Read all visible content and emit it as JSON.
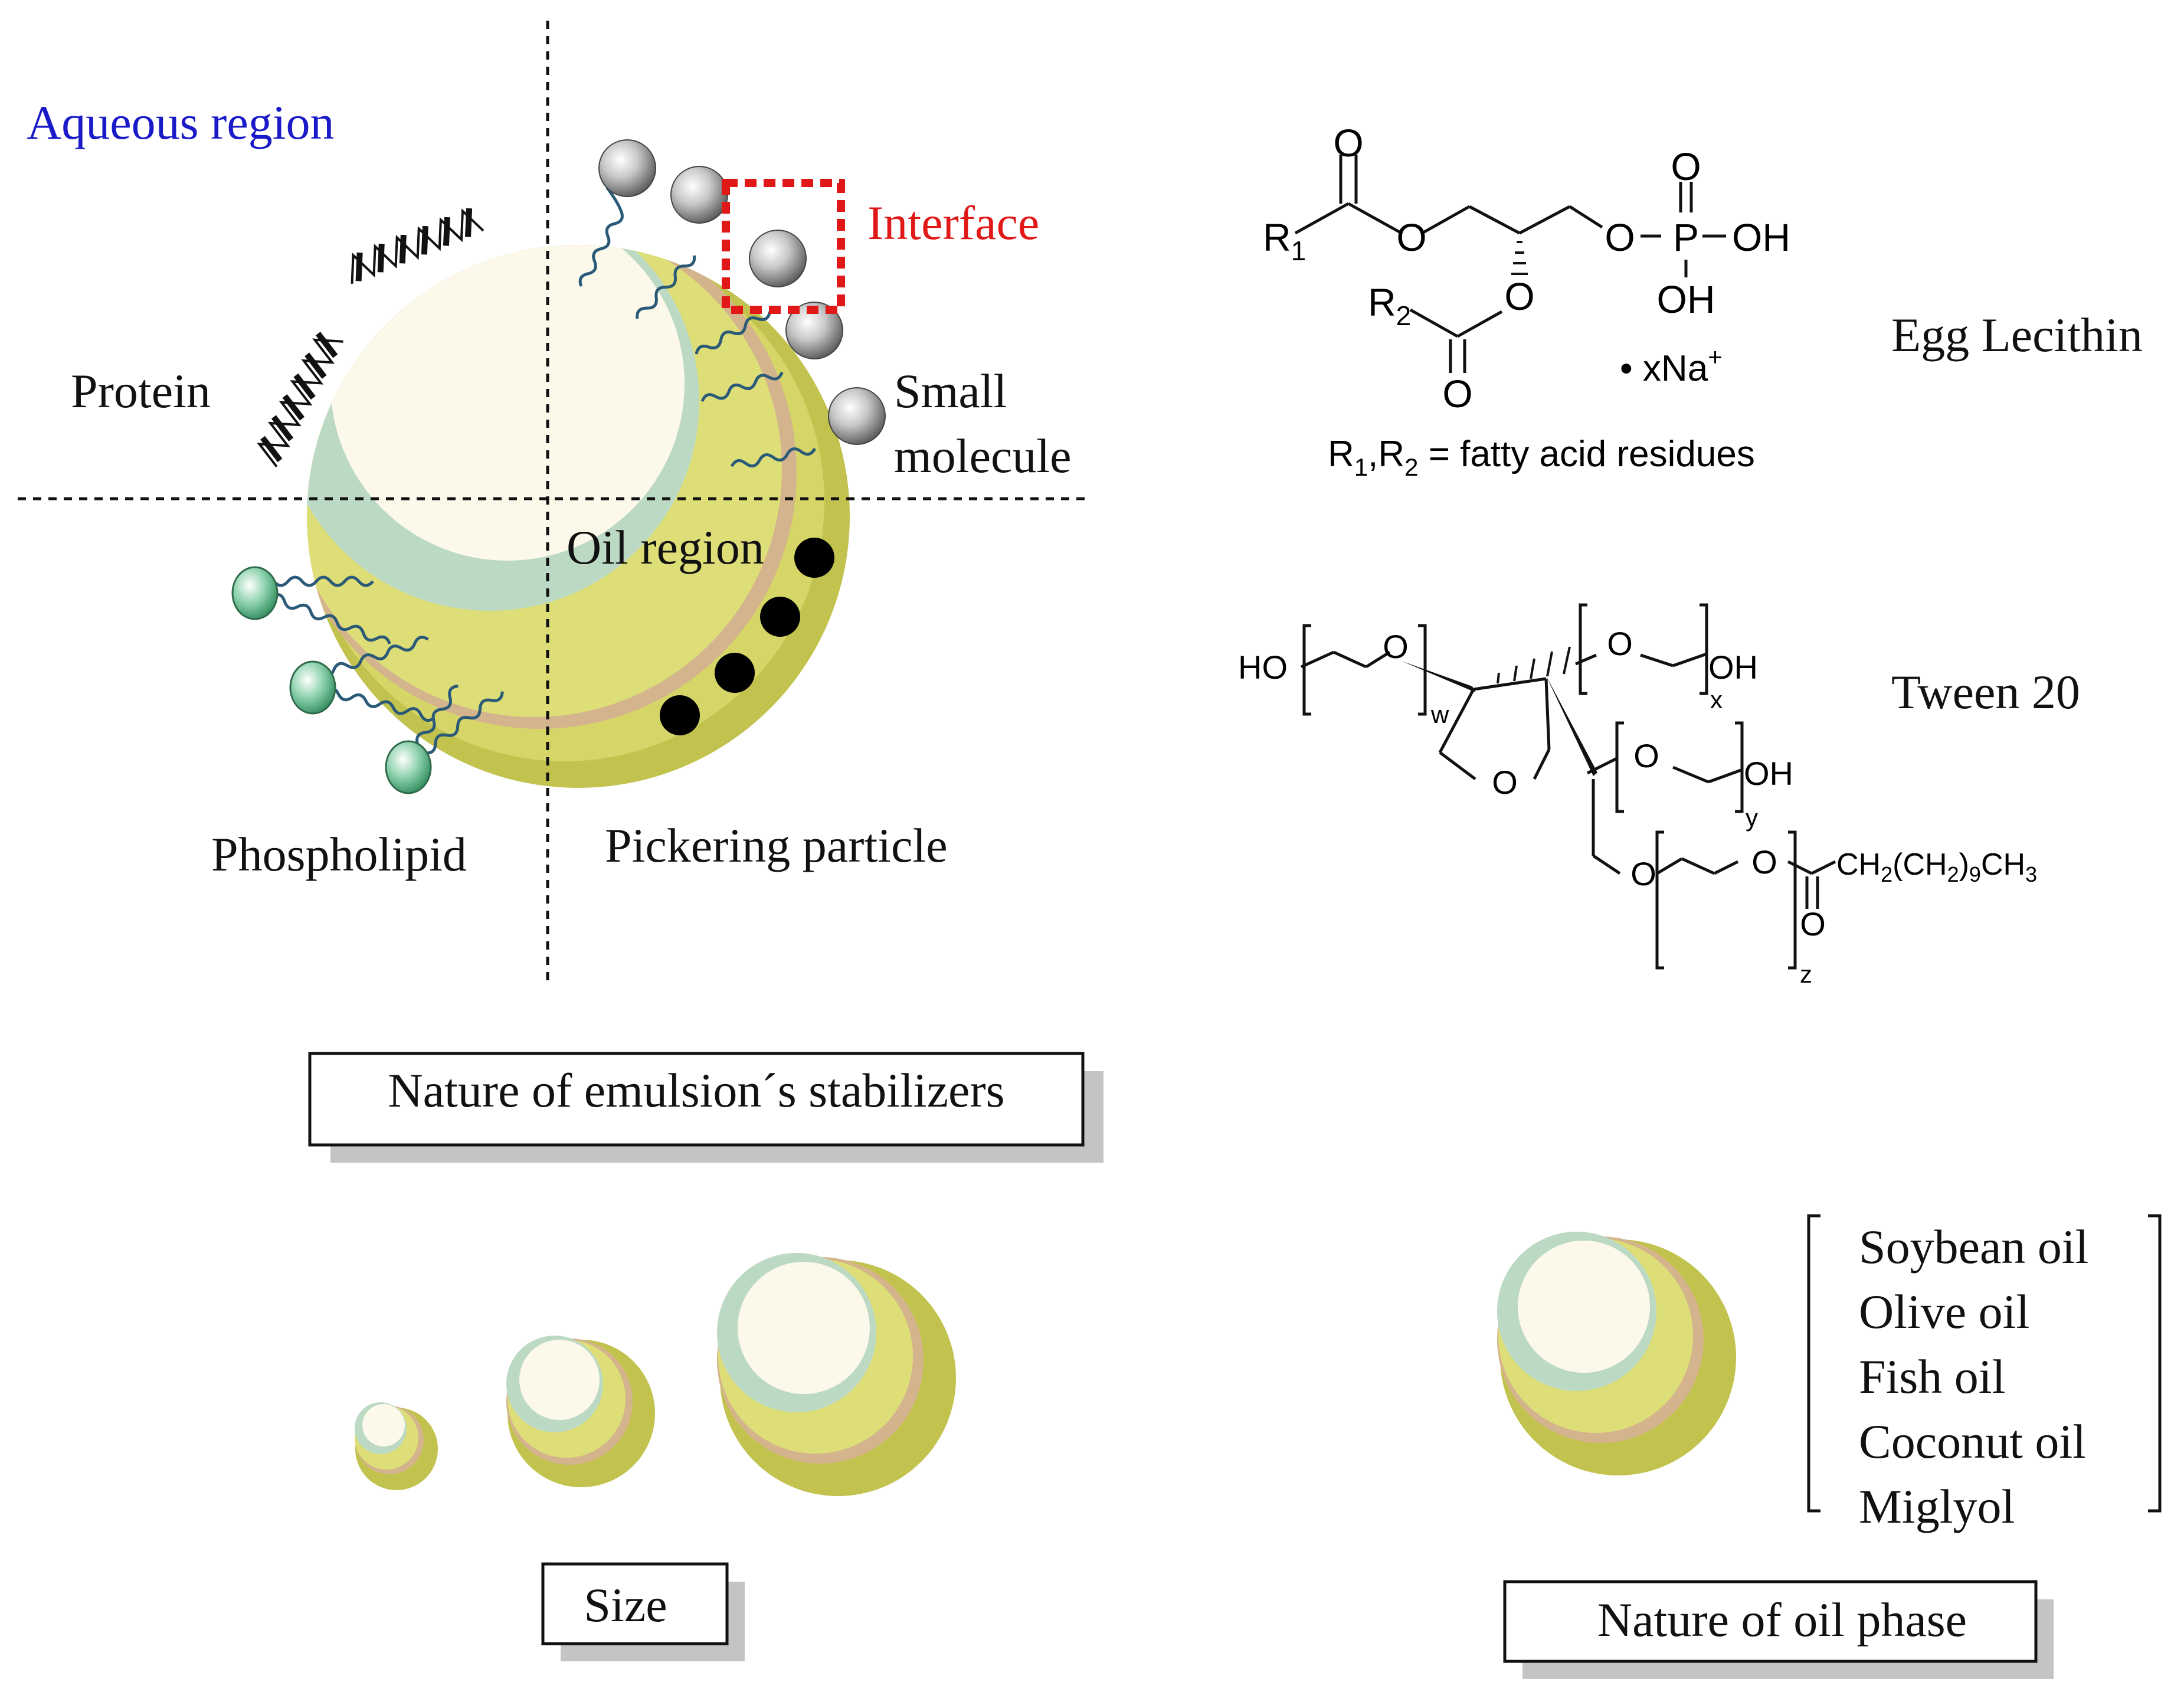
{
  "colors": {
    "aqueous_label": "#1a1ac8",
    "interface_label": "#e01818",
    "text": "#111111",
    "droplet_outer": "#c2c24e",
    "droplet_rim": "#d4b48c",
    "droplet_mint": "#bcd9c4",
    "droplet_core": "#fcf8ea",
    "tail": "#2a5a78",
    "shadow": "#c4c4c4"
  },
  "stabilizers": {
    "aqueous_region": "Aqueous region",
    "interface": "Interface",
    "protein": "Protein",
    "small_molecule_line1": "Small",
    "small_molecule_line2": "molecule",
    "oil_region": "Oil region",
    "phospholipid": "Phospholipid",
    "pickering_particle": "Pickering particle",
    "caption": "Nature of emulsion´s stabilizers"
  },
  "egg_lecithin": {
    "name": "Egg Lecithin",
    "r1": "R",
    "r1_sub": "1",
    "r2": "R",
    "r2_sub": "2",
    "o": "O",
    "p": "P",
    "oh": "OH",
    "salt": "• xNa",
    "salt_sup": "+",
    "note_a": "R",
    "note_a_sub": "1",
    "note_b": ",R",
    "note_b_sub": "2",
    "note_c": " = fatty acid residues"
  },
  "tween20": {
    "name": "Tween 20",
    "ho": "HO",
    "o": "O",
    "oh": "OH",
    "w": "w",
    "x": "x",
    "y": "y",
    "z": "z",
    "tail_a": "CH",
    "tail_a_sub": "2",
    "tail_b": "(CH",
    "tail_b_sub": "2",
    "tail_c": ")",
    "tail_c_sub": "9",
    "tail_d": "CH",
    "tail_d_sub": "3"
  },
  "size": {
    "caption": "Size"
  },
  "oil_phase": {
    "caption": "Nature of oil phase",
    "oils": [
      "Soybean oil",
      "Olive oil",
      "Fish oil",
      "Coconut oil",
      "Miglyol"
    ]
  }
}
